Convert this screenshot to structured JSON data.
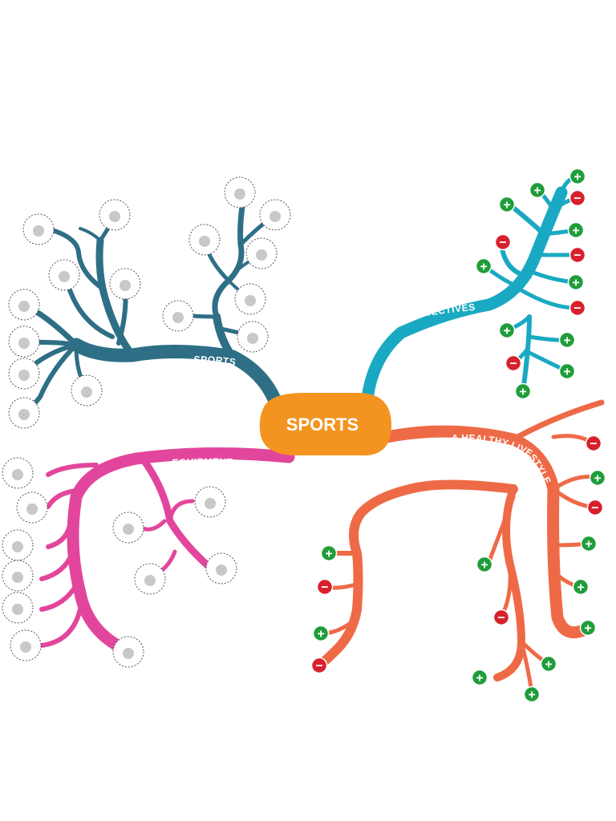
{
  "center": {
    "label": "SPORTS",
    "color": "#f39420"
  },
  "branches": {
    "sports": {
      "label": "SPORTS",
      "color": "#2e6f86"
    },
    "adjectives": {
      "label": "ADJECTIVES",
      "color": "#1aa9c2"
    },
    "lifestyle": {
      "label": "A HEALTHY LIVESTYLE",
      "color": "#ee6a47"
    },
    "equipment": {
      "label": "EQUIPMENT",
      "color": "#e2469c"
    }
  },
  "markers": {
    "positive": {
      "symbol": "+",
      "color": "#1f9d3a"
    },
    "negative": {
      "symbol": "−",
      "color": "#d8202d"
    }
  },
  "sports_icons": [
    "cyclist-icon",
    "trampoline-icon",
    "weightlifting-icon",
    "table-tennis-icon",
    "skateboarding-icon",
    "dancer-icon",
    "skiing-icon",
    "ice-hockey-icon",
    "sprinter-icon",
    "parkour-icon",
    "tennis-icon",
    "volleyball-icon",
    "gymnastics-icon",
    "golf-icon",
    "basketball-icon",
    "skating-icon"
  ],
  "equipment_icons": [
    "hockey-puck-icon",
    "baseball-bat-icon",
    "boxing-kid-icon",
    "baseball-glove-icon",
    "helmet-icon",
    "badminton-racket-icon",
    "sneakers-icon",
    "goal-icon",
    "hockey-stick-icon",
    "net-ball-icon",
    "jersey-icon"
  ]
}
